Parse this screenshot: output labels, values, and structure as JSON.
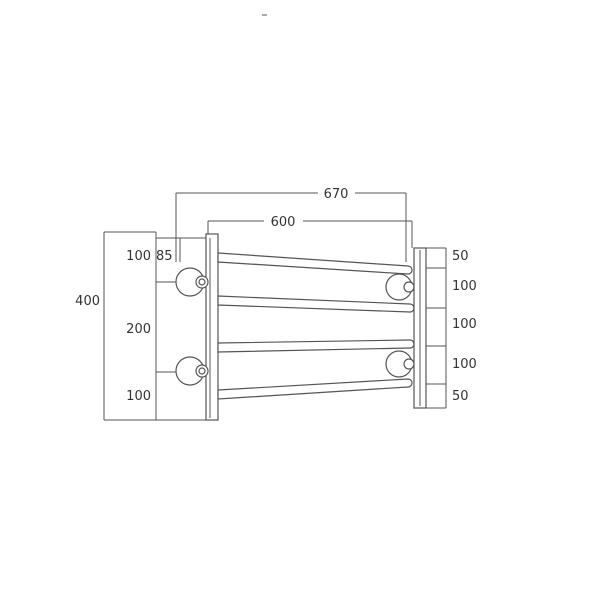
{
  "dimensions": {
    "overall_width": "670",
    "bar_length": "600",
    "wall_offset": "85",
    "overall_height": "400",
    "left_top": "100",
    "left_middle": "200",
    "left_bottom": "100",
    "right_1": "50",
    "right_2": "100",
    "right_3": "100",
    "right_4": "100",
    "right_5": "50"
  },
  "colors": {
    "line": "#555555",
    "text": "#333333",
    "background": "#ffffff"
  }
}
